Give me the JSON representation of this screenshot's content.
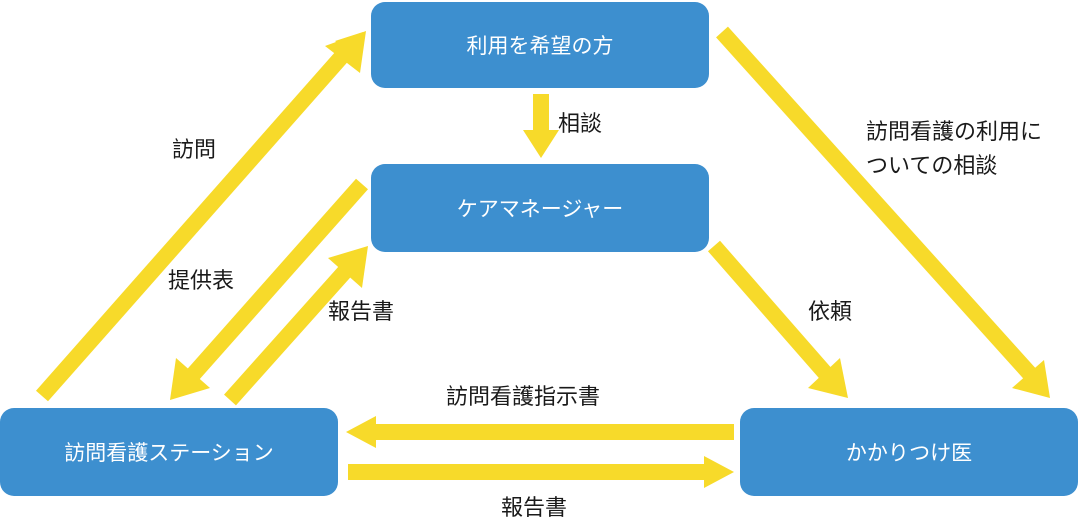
{
  "nodes": {
    "user": "利用を希望の方",
    "care_manager": "ケアマネージャー",
    "station": "訪問看護ステーション",
    "doctor": "かかりつけ医"
  },
  "labels": {
    "soudan": "相談",
    "houmon": "訪問",
    "teikyouhyou": "提供表",
    "houkokusho_cm": "報告書",
    "irai": "依頼",
    "shijisho": "訪問看護指示書",
    "houkokusho_doctor": "報告書",
    "consult_line1": "訪問看護の利用に",
    "consult_line2": "ついての相談"
  },
  "colors": {
    "node_fill": "#3d8fcf",
    "node_text": "#ffffff",
    "arrow": "#f7da2a",
    "label_text": "#1a1a1a"
  }
}
